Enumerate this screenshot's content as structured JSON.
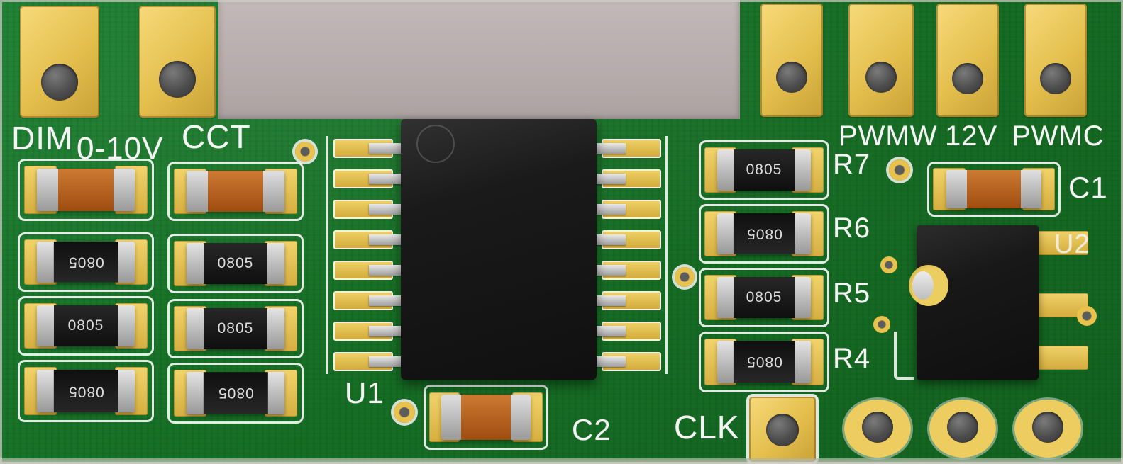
{
  "scene": {
    "background_color": "#b9afaf",
    "board_color": "#18742a",
    "pad_color": "#e8c24d",
    "silkscreen_color": "#f4f4f4",
    "capacitor_color": "#b55d1d",
    "ic_color": "#181818"
  },
  "silkscreen": {
    "dim": "DIM",
    "zero_to_ten_v": "0-10V",
    "cct": "CCT",
    "pwmw": "PWMW",
    "twelve_v": "12V",
    "pwmc": "PWMC",
    "u1": "U1",
    "u2": "U2",
    "c1": "C1",
    "c2": "C2",
    "clk": "CLK",
    "r7": "R7",
    "r6": "R6",
    "r5": "R5",
    "r4": "R4"
  },
  "components": {
    "resistor_marking": "0805"
  }
}
